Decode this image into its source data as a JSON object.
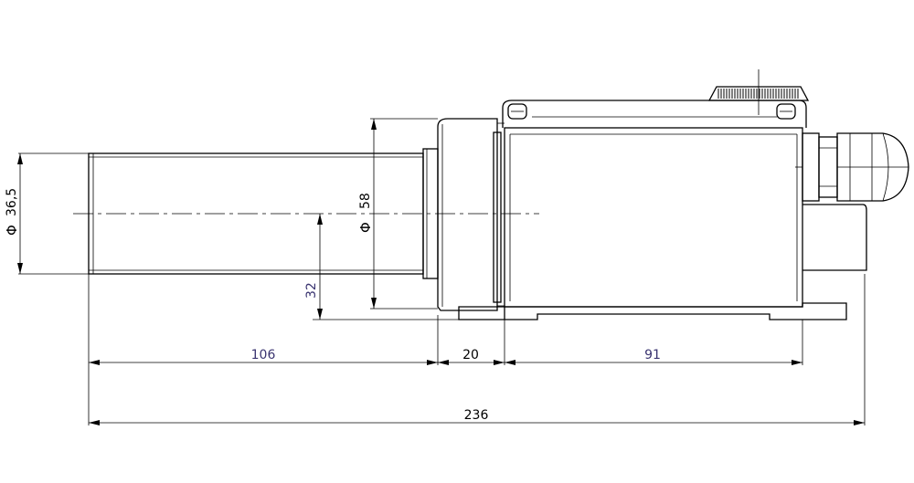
{
  "dimensions": {
    "dia_small": {
      "symbol": "Φ",
      "value": "36,5"
    },
    "dia_large": {
      "symbol": "Φ",
      "value": "58"
    },
    "height_axis": {
      "value": "32"
    },
    "len_tube": {
      "value": "106"
    },
    "len_flange": {
      "value": "20"
    },
    "len_body": {
      "value": "91"
    },
    "len_total": {
      "value": "236"
    }
  }
}
